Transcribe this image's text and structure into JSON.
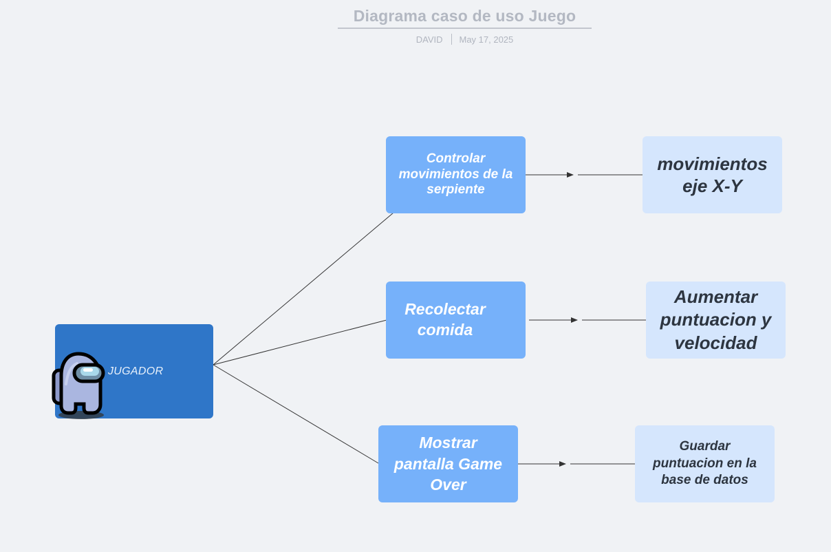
{
  "header": {
    "title": "Diagrama caso de uso Juego",
    "author": "DAVID",
    "date": "May 17, 2025"
  },
  "actor": {
    "label": "JUGADOR",
    "icon": "crewmate-icon"
  },
  "use_cases": [
    {
      "label": "Controlar movimientos de la serpiente"
    },
    {
      "label": "Recolectar comida"
    },
    {
      "label": "Mostrar pantalla Game Over"
    }
  ],
  "results": [
    {
      "label": "movimientos eje X-Y"
    },
    {
      "label": "Aumentar puntuacion y velocidad"
    },
    {
      "label": "Guardar puntuacion en la base de datos"
    }
  ],
  "colors": {
    "background": "#f0f2f5",
    "actor_fill": "#2f76c8",
    "use_case_fill": "#76b1fa",
    "result_fill": "#d5e6fd",
    "connector": "#333333"
  }
}
